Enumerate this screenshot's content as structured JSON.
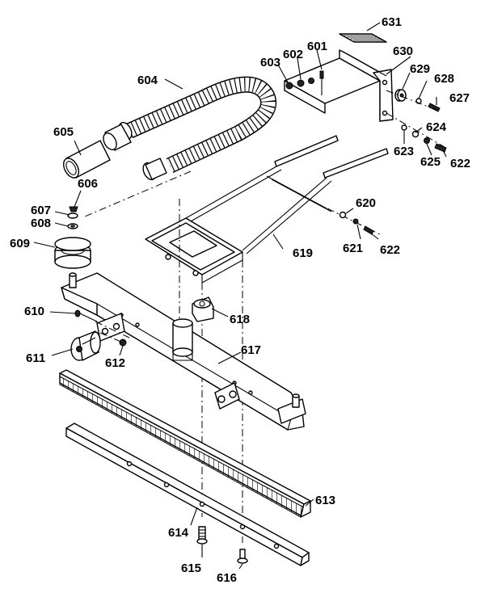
{
  "diagram": {
    "callouts": {
      "p601": "601",
      "p602": "602",
      "p603": "603",
      "p604": "604",
      "p605": "605",
      "p606": "606",
      "p607": "607",
      "p608": "608",
      "p609": "609",
      "p610": "610",
      "p611": "611",
      "p612": "612",
      "p613": "613",
      "p614": "614",
      "p615": "615",
      "p616": "616",
      "p617": "617",
      "p618": "618",
      "p619": "619",
      "p620": "620",
      "p621": "621",
      "p622a": "622",
      "p622b": "622",
      "p623": "623",
      "p624": "624",
      "p625": "625",
      "p627": "627",
      "p628": "628",
      "p629": "629",
      "p630": "630",
      "p631": "631"
    }
  }
}
